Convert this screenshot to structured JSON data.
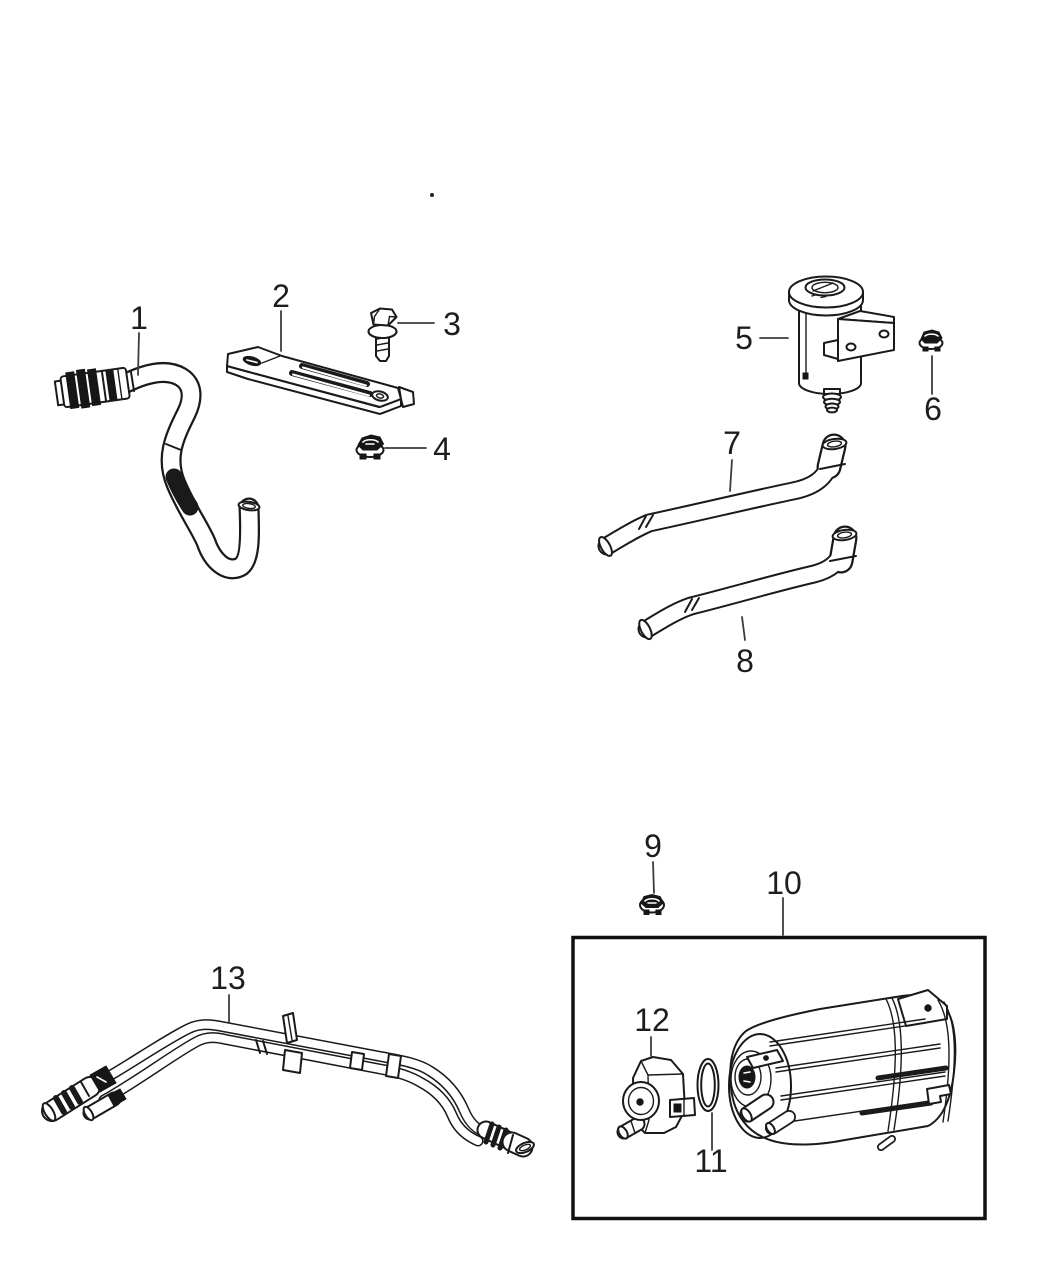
{
  "colors": {
    "ink": "#1a1a1a",
    "paper": "#ffffff",
    "leader": "#3c3c3c"
  },
  "callouts": [
    {
      "label": "1"
    },
    {
      "label": "2"
    },
    {
      "label": "3"
    },
    {
      "label": "4"
    },
    {
      "label": "5"
    },
    {
      "label": "6"
    },
    {
      "label": "7"
    },
    {
      "label": "8"
    },
    {
      "label": "9"
    },
    {
      "label": "10"
    },
    {
      "label": "11"
    },
    {
      "label": "12"
    },
    {
      "label": "13"
    }
  ]
}
